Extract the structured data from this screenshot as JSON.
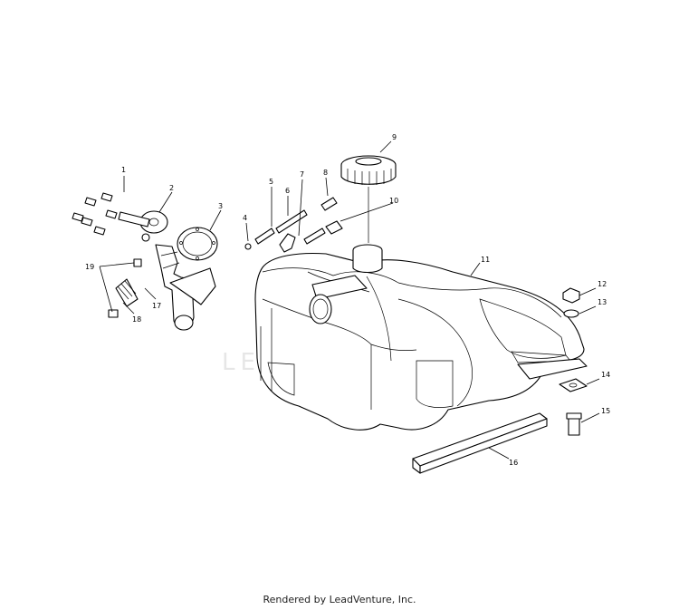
{
  "diagram": {
    "callouts": [
      "1",
      "2",
      "3",
      "4",
      "5",
      "6",
      "7",
      "8",
      "9",
      "10",
      "11",
      "12",
      "13",
      "14",
      "15",
      "16",
      "17",
      "18",
      "19"
    ],
    "watermark": "LEADVENTURE"
  },
  "footer": {
    "text": "Rendered by LeadVenture, Inc."
  }
}
